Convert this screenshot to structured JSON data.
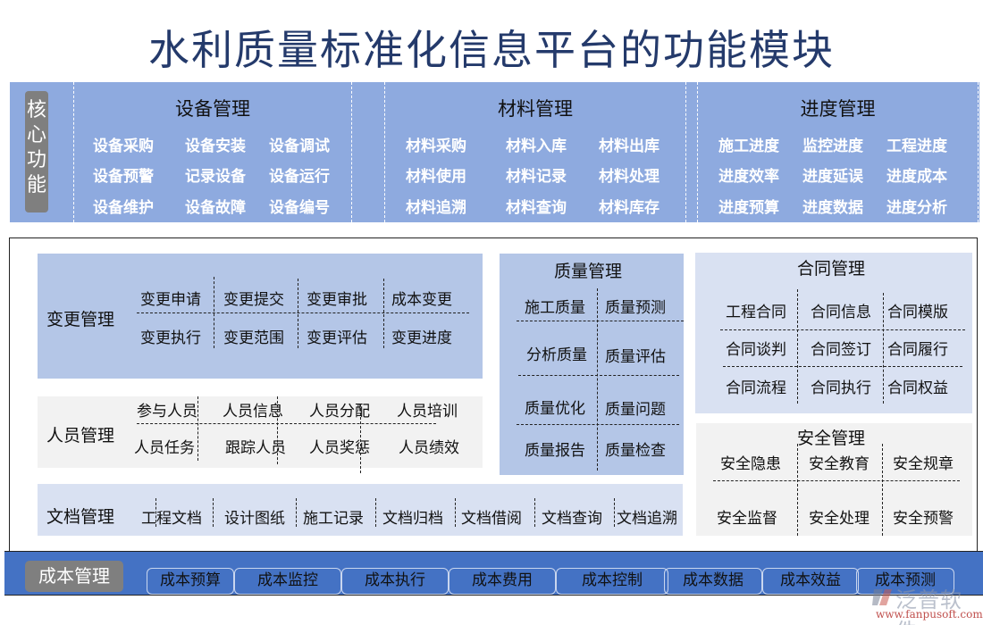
{
  "title": "水利质量标准化信息平台的功能模块",
  "core": {
    "label": "核心功能",
    "groups": [
      {
        "title": "设备管理",
        "items": [
          "设备采购",
          "设备安装",
          "设备调试",
          "设备预警",
          "记录设备",
          "设备运行",
          "设备维护",
          "设备故障",
          "设备编号"
        ]
      },
      {
        "title": "材料管理",
        "items": [
          "材料采购",
          "材料入库",
          "材料出库",
          "材料使用",
          "材料记录",
          "材料处理",
          "材料追溯",
          "材料查询",
          "材料库存"
        ]
      },
      {
        "title": "进度管理",
        "items": [
          "施工进度",
          "监控进度",
          "工程进度",
          "进度效率",
          "进度延误",
          "进度成本",
          "进度预算",
          "进度数据",
          "进度分析"
        ]
      }
    ]
  },
  "change": {
    "title": "变更管理",
    "items": [
      "变更申请",
      "变更提交",
      "变更审批",
      "成本变更",
      "变更执行",
      "变更范围",
      "变更评估",
      "变更进度"
    ]
  },
  "personnel": {
    "title": "人员管理",
    "items": [
      "参与人员",
      "人员信息",
      "人员分配",
      "人员培训",
      "人员任务",
      "跟踪人员",
      "人员奖惩",
      "人员绩效"
    ]
  },
  "documents": {
    "title": "文档管理",
    "items": [
      "工程文档",
      "设计图纸",
      "施工记录",
      "文档归档",
      "文档借阅",
      "文档查询",
      "文档追溯"
    ]
  },
  "quality": {
    "title": "质量管理",
    "items": [
      "施工质量",
      "质量预测",
      "分析质量",
      "质量评估",
      "质量优化",
      "质量问题",
      "质量报告",
      "质量检查"
    ]
  },
  "contract": {
    "title": "合同管理",
    "items": [
      "工程合同",
      "合同信息",
      "合同模版",
      "合同谈判",
      "合同签订",
      "合同履行",
      "合同流程",
      "合同执行",
      "合同权益"
    ]
  },
  "safety": {
    "title": "安全管理",
    "items": [
      "安全隐患",
      "安全教育",
      "安全规章",
      "安全监督",
      "安全处理",
      "安全预警"
    ]
  },
  "cost": {
    "title": "成本管理",
    "items": [
      "成本预算",
      "成本监控",
      "成本执行",
      "成本费用",
      "成本控制",
      "成本数据",
      "成本效益",
      "成本预测"
    ]
  },
  "logo": {
    "name": "泛普软件",
    "url": "www.fanpusoft.com"
  },
  "colors": {
    "title": "#243a6b",
    "core_band": "#8eaadf",
    "panel_blue": "#b4c6e7",
    "panel_light": "#d9e1f2",
    "panel_gray": "#f2f2f2",
    "cost_bar": "#4472c4",
    "tag_gray": "#7f7f7f"
  }
}
